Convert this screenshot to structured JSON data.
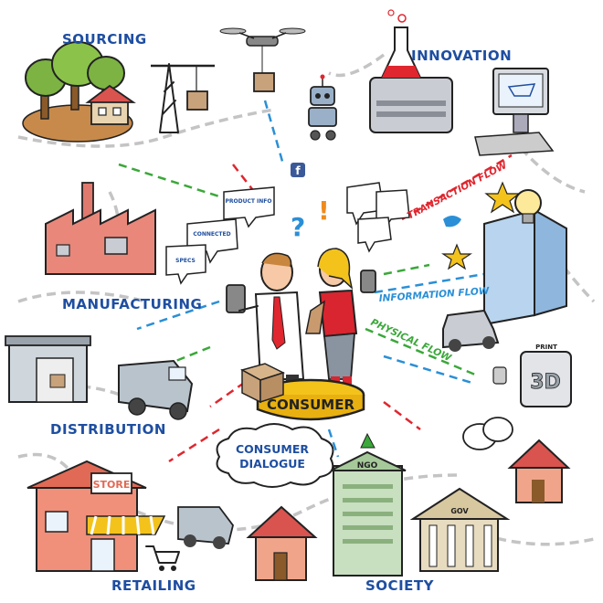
{
  "labels": {
    "sourcing": "SOURCING",
    "innovation": "INNOVATION",
    "manufacturing": "MANUFACTURING",
    "distribution": "DISTRIBUTION",
    "retailing": "RETAILING",
    "society": "SOCIETY",
    "consumer": "CONSUMER",
    "consumer_dialogue_line1": "CONSUMER",
    "consumer_dialogue_line2": "DIALOGUE"
  },
  "flows": {
    "transaction": "TRANSACTION FLOW",
    "information": "INFORMATION FLOW",
    "physical": "PHYSICAL FLOW"
  },
  "signs": {
    "store": "STORE",
    "ngo": "NGO",
    "gov": "GOV",
    "print": "PRINT",
    "print3d": "3D"
  },
  "bubbles": {
    "connected": "CONNECTED",
    "product_info": "PRODUCT INFO",
    "specs": "SPECS",
    "question": "?",
    "exclamation": "!"
  },
  "colors": {
    "label_blue": "#1e4ea1",
    "transaction_red": "#e0262f",
    "information_blue": "#2a8fd6",
    "physical_green": "#3aa83a",
    "podium_yellow": "#f3c31c",
    "road_gray": "#b8b8b8"
  }
}
